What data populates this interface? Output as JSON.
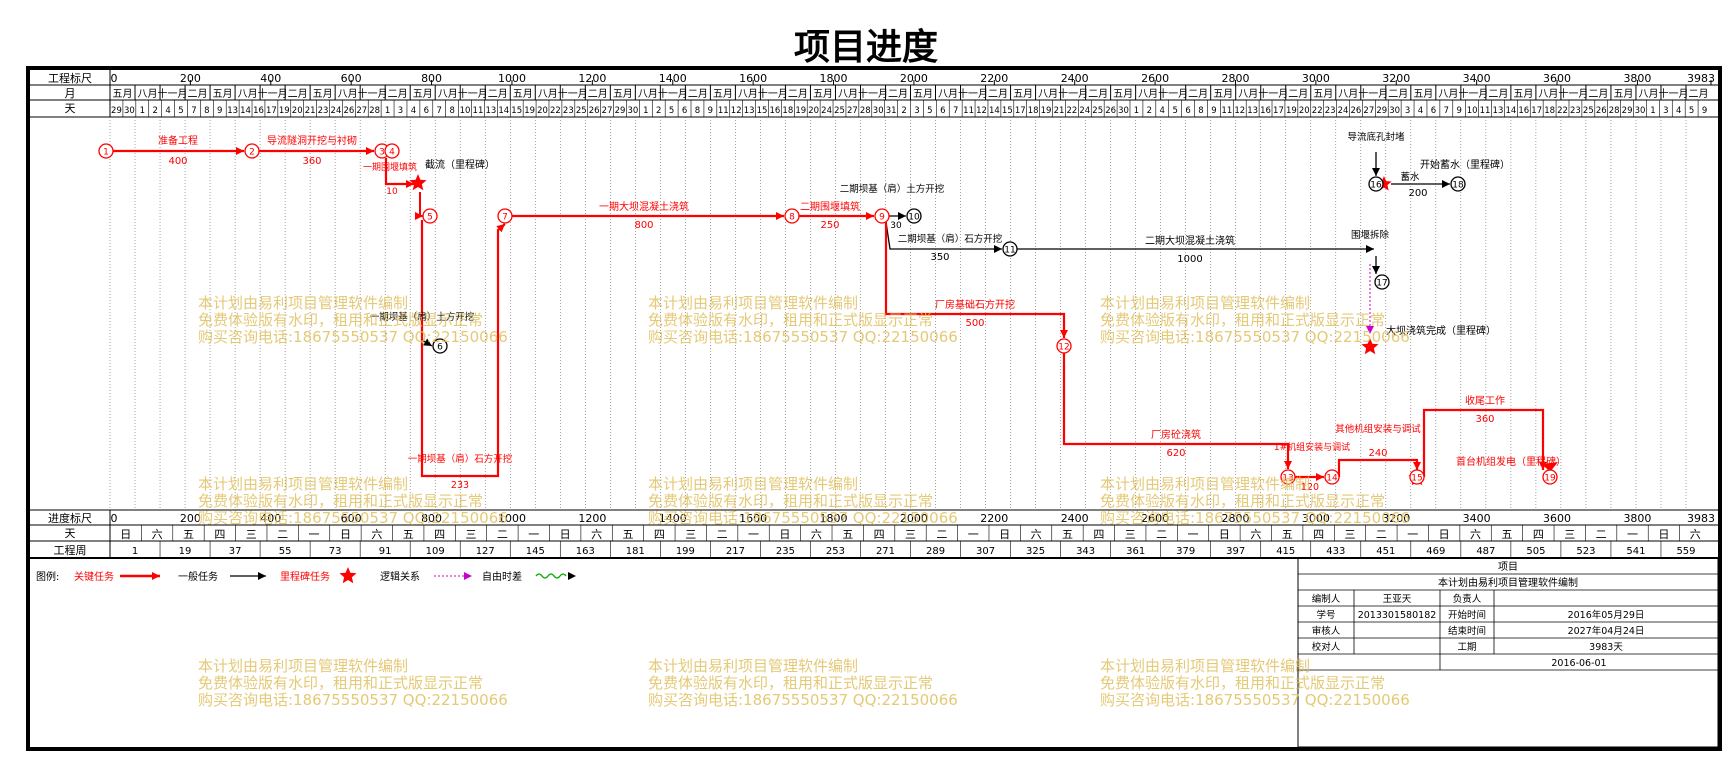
{
  "title": "项目进度",
  "header": {
    "row_scale_label": "工程标尺",
    "row_month_label": "月",
    "row_day_label": "天",
    "scale_ticks": [
      "0",
      "200",
      "400",
      "600",
      "800",
      "1000",
      "1200",
      "1400",
      "1600",
      "1800",
      "2000",
      "2200",
      "2400",
      "2600",
      "2800",
      "3000",
      "3200",
      "3400",
      "3600",
      "3800",
      "3983"
    ],
    "months": [
      "五月",
      "八月",
      "十一月",
      "二月",
      "五月",
      "八月",
      "十一月",
      "二月",
      "五月",
      "八月",
      "十一月",
      "二月",
      "五月",
      "八月",
      "十一月",
      "二月",
      "五月",
      "八月",
      "十一月",
      "二月",
      "五月",
      "八月",
      "十一月",
      "二月",
      "五月",
      "八月",
      "十一月",
      "二月",
      "五月",
      "八月",
      "十一月",
      "二月",
      "五月",
      "八月",
      "十一月",
      "二月",
      "五月",
      "八月",
      "十一月",
      "二月",
      "五月",
      "八月",
      "十一月",
      "二月",
      "五月",
      "八月",
      "十一月",
      "二月",
      "五月",
      "八月",
      "十一月",
      "二月",
      "五月",
      "八月",
      "十一月",
      "二月",
      "五月",
      "八月",
      "十一月",
      "二月",
      "五月",
      "八月",
      "十一月",
      "二月"
    ],
    "days": "29 30 1 2 4 5 7 8 9 13 14 16 17 19 20 21 23 24 26 27 28 1 3 4 6 7 8 10 11 13 14 15 19 20 22 23 25 26 27 29 30 1 2 5 6 8 9 11 12 13 15 16 18 19 20 24 25 27 28 30 31 2 3 5 6 7 11 12 14 15 17 18 19 21 22 24 25 26 30 1 2 4 5 6 8 9 11 12 13 16 17 19 20 22 23 24 26 27 29 30 3 4 6 7 9 10 11 13 14 16 17 18 22 23 25 26 28 29 30 1 3 4 5 9"
  },
  "footer": {
    "row_progress_label": "进度标尺",
    "row_weekday_label": "天",
    "row_week_label": "工程周",
    "weekdays": [
      "日",
      "六",
      "五",
      "四",
      "三",
      "二",
      "一",
      "日",
      "六",
      "五",
      "四",
      "三",
      "二",
      "一",
      "日",
      "六",
      "五",
      "四",
      "三",
      "二",
      "一",
      "日",
      "六",
      "五",
      "四",
      "三",
      "二",
      "一",
      "日",
      "六",
      "五",
      "四",
      "三",
      "二",
      "一",
      "日",
      "六",
      "五",
      "四",
      "三",
      "二",
      "一",
      "日",
      "六",
      "五",
      "四",
      "三",
      "二",
      "一",
      "日",
      "六"
    ],
    "weeks": [
      "1",
      "19",
      "37",
      "55",
      "73",
      "91",
      "109",
      "127",
      "145",
      "163",
      "181",
      "199",
      "217",
      "235",
      "253",
      "271",
      "289",
      "307",
      "325",
      "343",
      "361",
      "379",
      "397",
      "415",
      "433",
      "451",
      "469",
      "487",
      "505",
      "523",
      "541",
      "559"
    ]
  },
  "nodes": [
    "1",
    "2",
    "3",
    "4",
    "5",
    "6",
    "7",
    "8",
    "9",
    "10",
    "11",
    "12",
    "13",
    "14",
    "15",
    "16",
    "17",
    "18",
    "19"
  ],
  "tasks": [
    {
      "name": "准备工程",
      "duration": "400",
      "critical": true
    },
    {
      "name": "导流隧洞开挖与衬砌",
      "duration": "360",
      "critical": true
    },
    {
      "name": "一期围堰填筑",
      "duration": "10",
      "critical": true
    },
    {
      "name": "截流（里程碑）",
      "duration": "",
      "critical": true
    },
    {
      "name": "一期坝基（肩）石方开挖",
      "duration": "233",
      "critical": true
    },
    {
      "name": "一期大坝混凝土浇筑",
      "duration": "800",
      "critical": true
    },
    {
      "name": "二期围堰填筑",
      "duration": "250",
      "critical": true
    },
    {
      "name": "二期坝基（肩）土方开挖",
      "duration": "30",
      "critical": false
    },
    {
      "name": "二期坝基（肩）石方开挖",
      "duration": "350",
      "critical": false
    },
    {
      "name": "二期大坝混凝土浇筑",
      "duration": "1000",
      "critical": false
    },
    {
      "name": "厂房基础石方开挖",
      "duration": "500",
      "critical": true
    },
    {
      "name": "厂房砼浇筑",
      "duration": "620",
      "critical": true
    },
    {
      "name": "1#机组安装与调试",
      "duration": "120",
      "critical": true
    },
    {
      "name": "其他机组安装与调试",
      "duration": "240",
      "critical": true
    },
    {
      "name": "首台机组发电（里程碑）",
      "duration": "",
      "critical": true
    },
    {
      "name": "收尾工作",
      "duration": "360",
      "critical": true
    },
    {
      "name": "开始蓄水（里程碑）",
      "duration": "",
      "critical": true
    },
    {
      "name": "蓄水",
      "duration": "200",
      "critical": false
    },
    {
      "name": "大坝浇筑完成（里程碑）",
      "duration": "",
      "critical": false
    },
    {
      "name": "导流底孔封堵",
      "duration": "",
      "critical": false
    },
    {
      "name": "围堰拆除",
      "duration": "",
      "critical": false
    },
    {
      "name": "一期坝基（肩）土方开挖",
      "duration": "",
      "critical": false
    }
  ],
  "legend": {
    "label": "图例:",
    "critical": "关键任务",
    "normal": "一般任务",
    "milestone": "里程碑任务",
    "logic": "逻辑关系",
    "float": "自由时差"
  },
  "info": {
    "project": "项目",
    "subtitle": "本计划由易利项目管理软件编制",
    "r1": [
      "编制人",
      "王亚天",
      "负责人",
      ""
    ],
    "r2": [
      "学号",
      "2013301580182",
      "开始时间",
      "2016年05月29日"
    ],
    "r3": [
      "审核人",
      "",
      "结束时间",
      "2027年04月24日"
    ],
    "r4": [
      "校对人",
      "",
      "工期",
      "3983天"
    ],
    "date": "2016-06-01"
  },
  "watermark": [
    "本计划由易利项目管理软件编制",
    "免费体验版有水印，租用和正式版显示正常",
    "购买咨询电话:18675550537 QQ:22150066"
  ],
  "colors": {
    "critical": "#ff0000",
    "normal": "#000000",
    "float": "#00aa00",
    "logic": "#ff00ff",
    "watermark": "#e0c060"
  }
}
